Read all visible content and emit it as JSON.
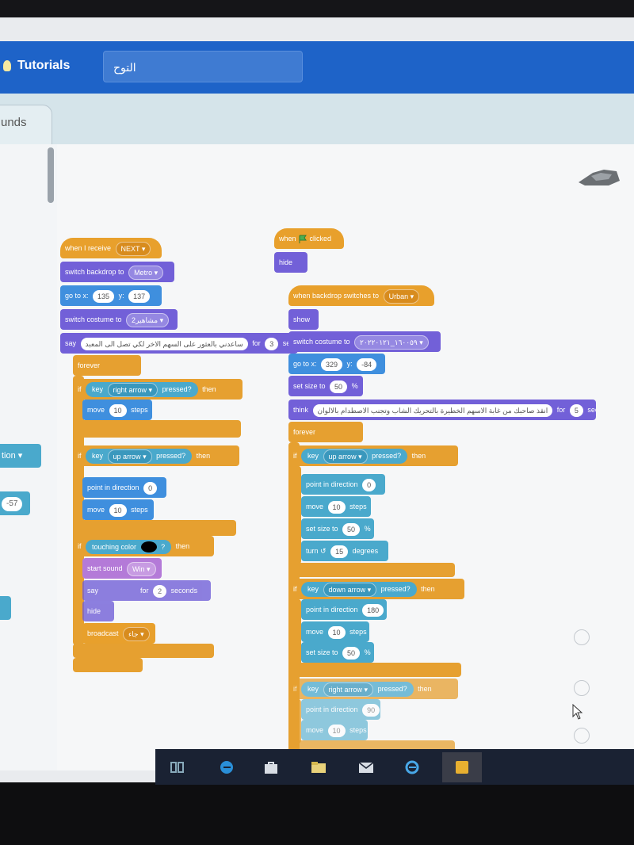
{
  "menubar": {
    "tutorials_label": "Tutorials",
    "project_title": "التوح"
  },
  "tabs": {
    "sounds_label": "unds"
  },
  "palette": {
    "block1_text": "tion ▾",
    "block2_value": "-57"
  },
  "colors": {
    "menu_blue": "#1e63c8",
    "events": "#e8a02c",
    "looks": "#7260d8",
    "motion": "#3f8fde",
    "control": "#e6a030",
    "sensing": "#4aa9cc",
    "sound": "#b47ad8"
  },
  "script_left": {
    "hat_label": "when I receive",
    "hat_value": "NEXT ▾",
    "backdrop_label": "switch backdrop to",
    "backdrop_value": "Metro ▾",
    "goto_label": "go to x:",
    "goto_x": "135",
    "goto_y_label": "y:",
    "goto_y": "137",
    "costume_label": "switch costume to",
    "costume_value": "2مشاهير ▾",
    "say_label": "say",
    "say_text": "ساعدني بالعثور على السهم الاخر لكي تصل الى المعبد",
    "say_for": "for",
    "say_secs": "3",
    "say_seconds": "seconds",
    "forever_label": "forever",
    "if1_label": "if",
    "if1_cond_key": "key",
    "if1_cond_value": "right arrow ▾",
    "if1_cond_pressed": "pressed?",
    "then_label": "then",
    "move_label": "move",
    "move_value": "10",
    "steps_label": "steps",
    "if2_cond_key": "key",
    "if2_cond_value": "up arrow ▾",
    "if2_cond_pressed": "pressed?",
    "point_label": "point in direction",
    "point_value": "0",
    "move2_value": "10",
    "if3_cond": "touching color",
    "if3_q": "?",
    "sound_label": "start sound",
    "sound_value": "Win ▾",
    "say2_label": "say",
    "say2_text": "",
    "say2_for": "for",
    "say2_secs": "2",
    "say2_seconds": "seconds",
    "hide_label": "hide",
    "broadcast_label": "broadcast",
    "broadcast_value": "جاء ▾"
  },
  "script_right": {
    "flag_label1": "when",
    "flag_label2": "clicked",
    "hide_label": "hide",
    "hat_label": "when backdrop switches to",
    "hat_value": "Urban ▾",
    "show_label": "show",
    "costume_label": "switch costume to",
    "costume_value": "١٦٠٠٥٩_٢٠٢٢٠١٢١ ▾",
    "goto_label": "go to x:",
    "goto_x": "329",
    "goto_y_label": "y:",
    "goto_y": "-84",
    "size_label": "set size to",
    "size_value": "50",
    "size_unit": "%",
    "think_label": "think",
    "think_text": "انقذ صاحبك من غابة الاسهم الخطيرة بالتحريك الشاب وتجنب الاصطدام بالالوان",
    "think_for": "for",
    "think_secs": "5",
    "think_seconds": "seconds",
    "forever_label": "forever",
    "if1_cond_key": "key",
    "if1_cond_value": "up arrow ▾",
    "if1_cond_pressed": "pressed?",
    "then_label": "then",
    "point_label": "point in direction",
    "point_value": "0",
    "move_label": "move",
    "move_value": "10",
    "steps_label": "steps",
    "setsize_label": "set size to",
    "setsize_value": "50",
    "turn_label": "turn",
    "turn_value": "15",
    "degrees_label": "degrees",
    "if2_cond_key": "key",
    "if2_cond_value": "down arrow ▾",
    "if2_cond_pressed": "pressed?",
    "point2_value": "180",
    "move2_value": "10",
    "setsize2_value": "50",
    "if3_cond_key": "key",
    "if3_cond_value": "right arrow ▾",
    "if3_cond_pressed": "pressed?",
    "point3_value": "90",
    "move3_value": "10"
  }
}
